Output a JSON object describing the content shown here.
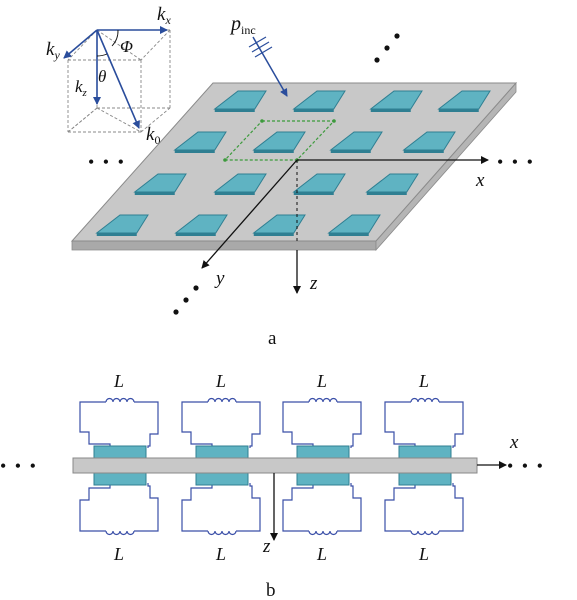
{
  "panel_a": {
    "caption": "a",
    "inset_axes": {
      "kx": {
        "base": "k",
        "sub": "x"
      },
      "ky": {
        "base": "k",
        "sub": "y"
      },
      "kz": {
        "base": "k",
        "sub": "z"
      },
      "k0": {
        "base": "k",
        "sub": "0"
      },
      "phi": "Φ",
      "theta": "θ"
    },
    "incident": {
      "base": "p",
      "sub": "inc"
    },
    "axes": {
      "x": "x",
      "y": "y",
      "z": "z"
    },
    "ellipsis": "• • •"
  },
  "panel_b": {
    "caption": "b",
    "inductor_label": "L",
    "axes": {
      "x": "x",
      "z": "z"
    },
    "ellipsis": "• • •"
  },
  "colors": {
    "plate_fill": "#c8c8c8",
    "plate_edge": "#8a8a8a",
    "patch_fill": "#5fb3c2",
    "patch_edge": "#2f7f92",
    "vector_blue": "#2a4d9c",
    "circuit_blue": "#3a4fa8",
    "unit_cell_green": "#3c9a3c",
    "ink": "#111111"
  }
}
